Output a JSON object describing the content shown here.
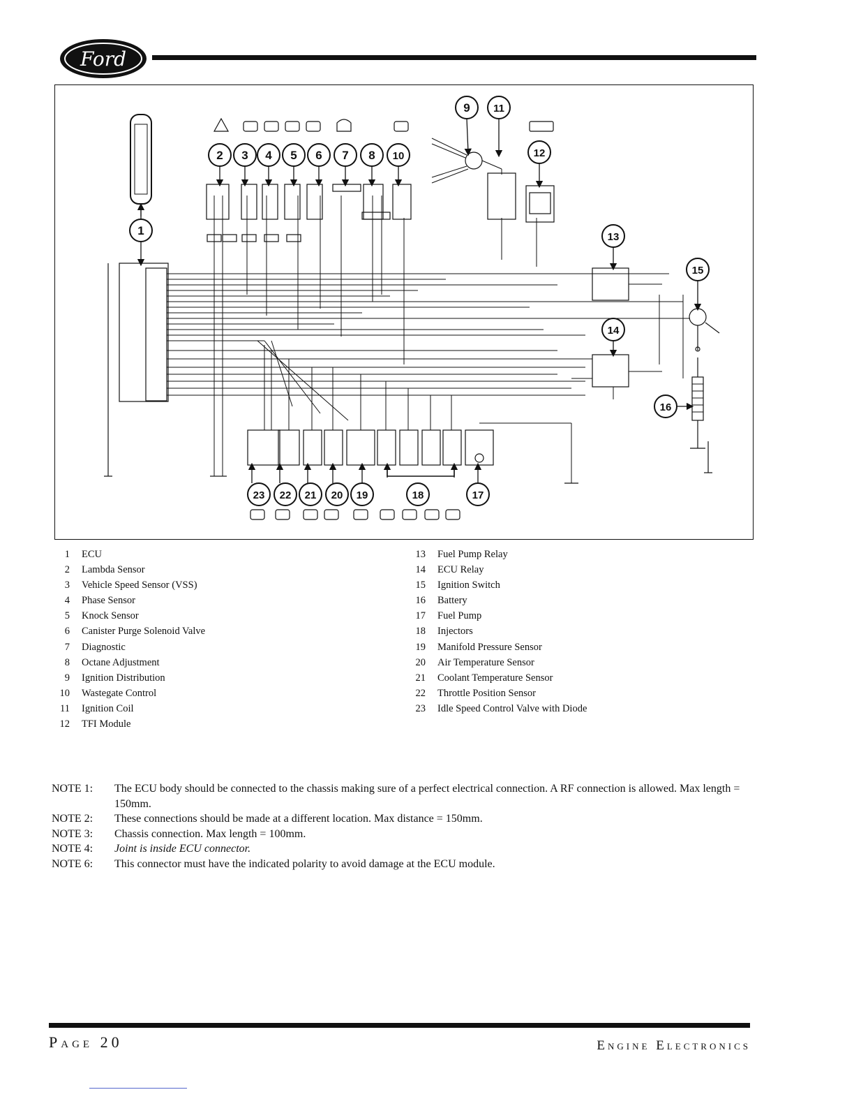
{
  "logo": {
    "text": "Ford"
  },
  "diagram": {
    "callouts": [
      "1",
      "2",
      "3",
      "4",
      "5",
      "6",
      "7",
      "8",
      "9",
      "10",
      "11",
      "12",
      "13",
      "14",
      "15",
      "16",
      "17",
      "18",
      "19",
      "20",
      "21",
      "22",
      "23"
    ]
  },
  "legend": {
    "left": [
      {
        "num": "1",
        "label": "ECU"
      },
      {
        "num": "2",
        "label": "Lambda Sensor"
      },
      {
        "num": "3",
        "label": "Vehicle Speed Sensor (VSS)"
      },
      {
        "num": "4",
        "label": "Phase Sensor"
      },
      {
        "num": "5",
        "label": "Knock Sensor"
      },
      {
        "num": "6",
        "label": "Canister Purge Solenoid Valve"
      },
      {
        "num": "7",
        "label": "Diagnostic"
      },
      {
        "num": "8",
        "label": "Octane Adjustment"
      },
      {
        "num": "9",
        "label": "Ignition Distribution"
      },
      {
        "num": "10",
        "label": "Wastegate Control"
      },
      {
        "num": "11",
        "label": "Ignition Coil"
      },
      {
        "num": "12",
        "label": "TFI Module"
      }
    ],
    "right": [
      {
        "num": "13",
        "label": "Fuel Pump Relay"
      },
      {
        "num": "14",
        "label": "ECU Relay"
      },
      {
        "num": "15",
        "label": "Ignition Switch"
      },
      {
        "num": "16",
        "label": "Battery"
      },
      {
        "num": "17",
        "label": "Fuel Pump"
      },
      {
        "num": "18",
        "label": "Injectors"
      },
      {
        "num": "19",
        "label": "Manifold Pressure Sensor"
      },
      {
        "num": "20",
        "label": "Air Temperature Sensor"
      },
      {
        "num": "21",
        "label": "Coolant Temperature Sensor"
      },
      {
        "num": "22",
        "label": "Throttle Position Sensor"
      },
      {
        "num": "23",
        "label": "Idle Speed Control Valve with Diode"
      }
    ]
  },
  "notes": [
    {
      "label": "NOTE 1:",
      "text": "The ECU body should be connected to the chassis making sure of a perfect electrical connection. A RF connection is allowed. Max length = 150mm."
    },
    {
      "label": "NOTE 2:",
      "text": "These connections should be made at a different location. Max distance = 150mm."
    },
    {
      "label": "NOTE 3:",
      "text": "Chassis connection. Max length = 100mm."
    },
    {
      "label": "NOTE 4:",
      "text": "Joint is inside ECU connector."
    },
    {
      "label": "NOTE 6:",
      "text": "This connector must have the indicated polarity to avoid damage at the ECU module."
    }
  ],
  "footer": {
    "page": "Page 20",
    "section": "Engine Electronics"
  }
}
